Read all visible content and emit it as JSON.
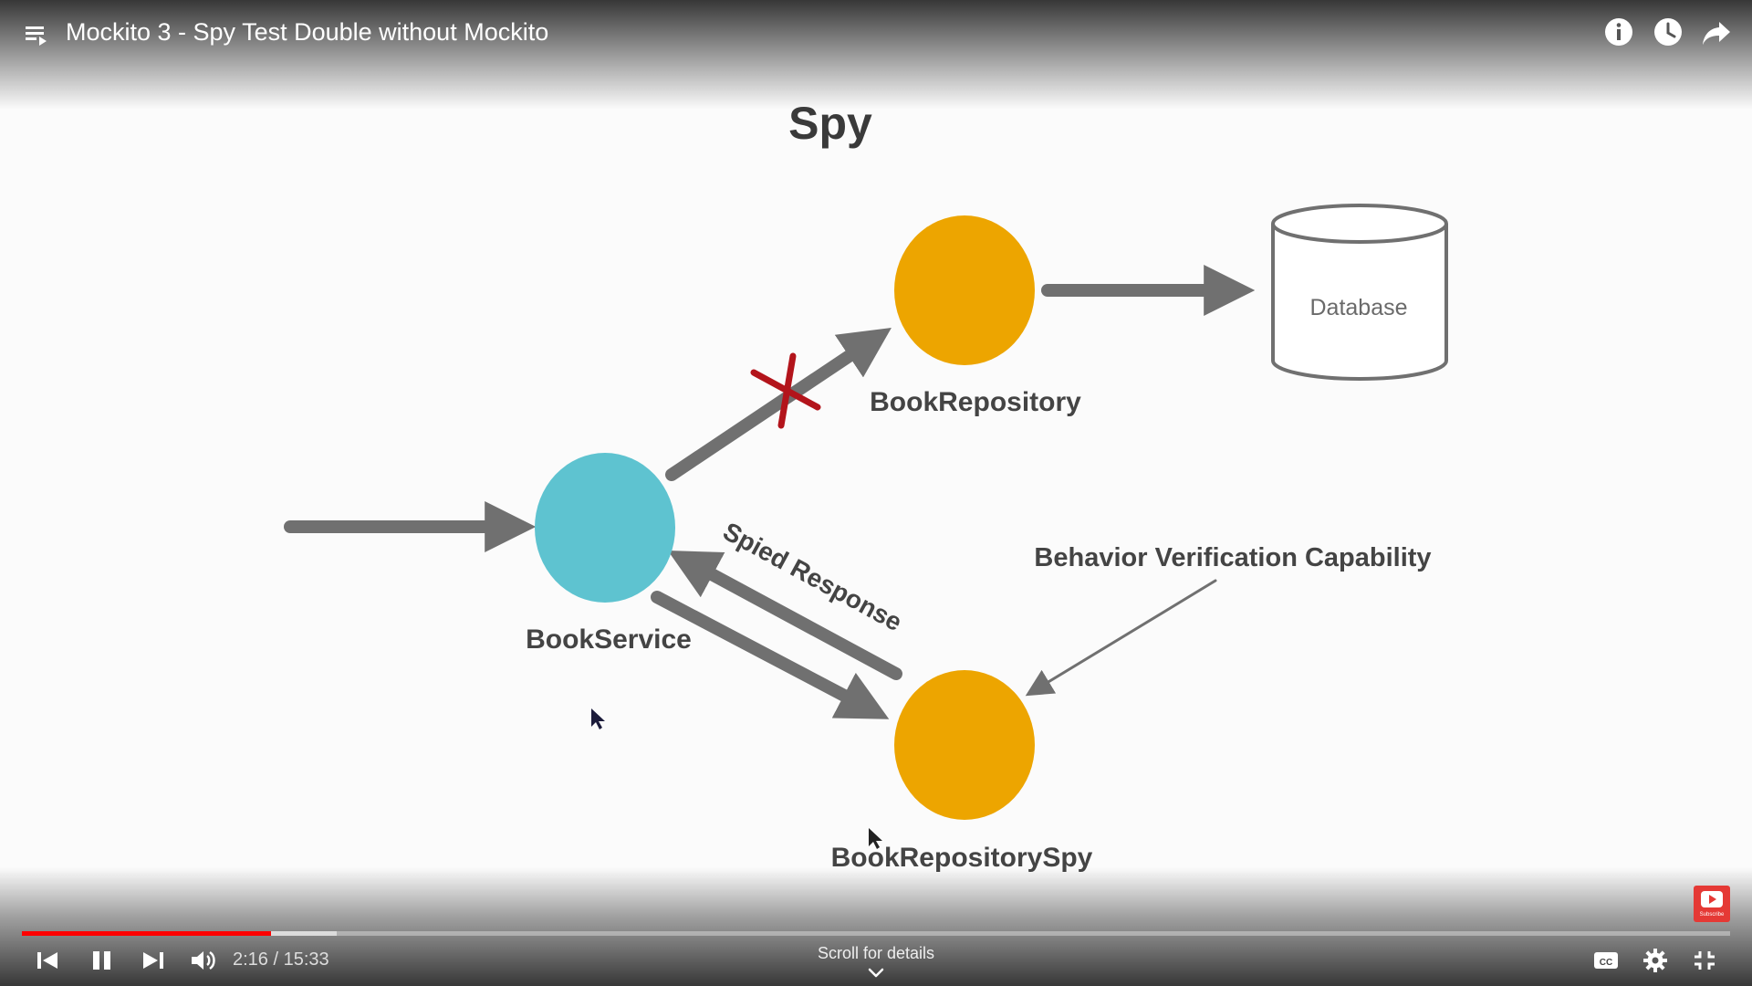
{
  "player": {
    "title": "Mockito 3 - Spy Test Double without Mockito",
    "time_current": "2:16",
    "time_separator": " / ",
    "time_total": "15:33",
    "progress_played_fraction": 0.1458,
    "progress_buffered_fraction": 0.1845,
    "scroll_hint": "Scroll for details",
    "subscribe_label": "Subscribe",
    "accent_color": "#ff0000",
    "icons": {
      "playlist": "playlist-icon",
      "info": "info-icon",
      "watch_later": "clock-icon",
      "share": "share-icon",
      "skip_previous": "skip-previous-icon",
      "pause": "pause-icon",
      "skip_next": "skip-next-icon",
      "volume": "volume-icon",
      "captions": "closed-captions-icon",
      "settings": "gear-icon",
      "exit_fullscreen": "exit-fullscreen-icon"
    }
  },
  "slide": {
    "title": "Spy",
    "nodes": {
      "book_service": "BookService",
      "book_repository": "BookRepository",
      "book_repository_spy": "BookRepositorySpy",
      "database": "Database"
    },
    "labels": {
      "spied_response": "Spied Response",
      "behavior_verification": "Behavior Verification Capability"
    },
    "colors": {
      "service_node": "#5ec3d0",
      "repository_node": "#eda500",
      "arrow": "#707070",
      "blocked_mark": "#b3141b"
    }
  }
}
